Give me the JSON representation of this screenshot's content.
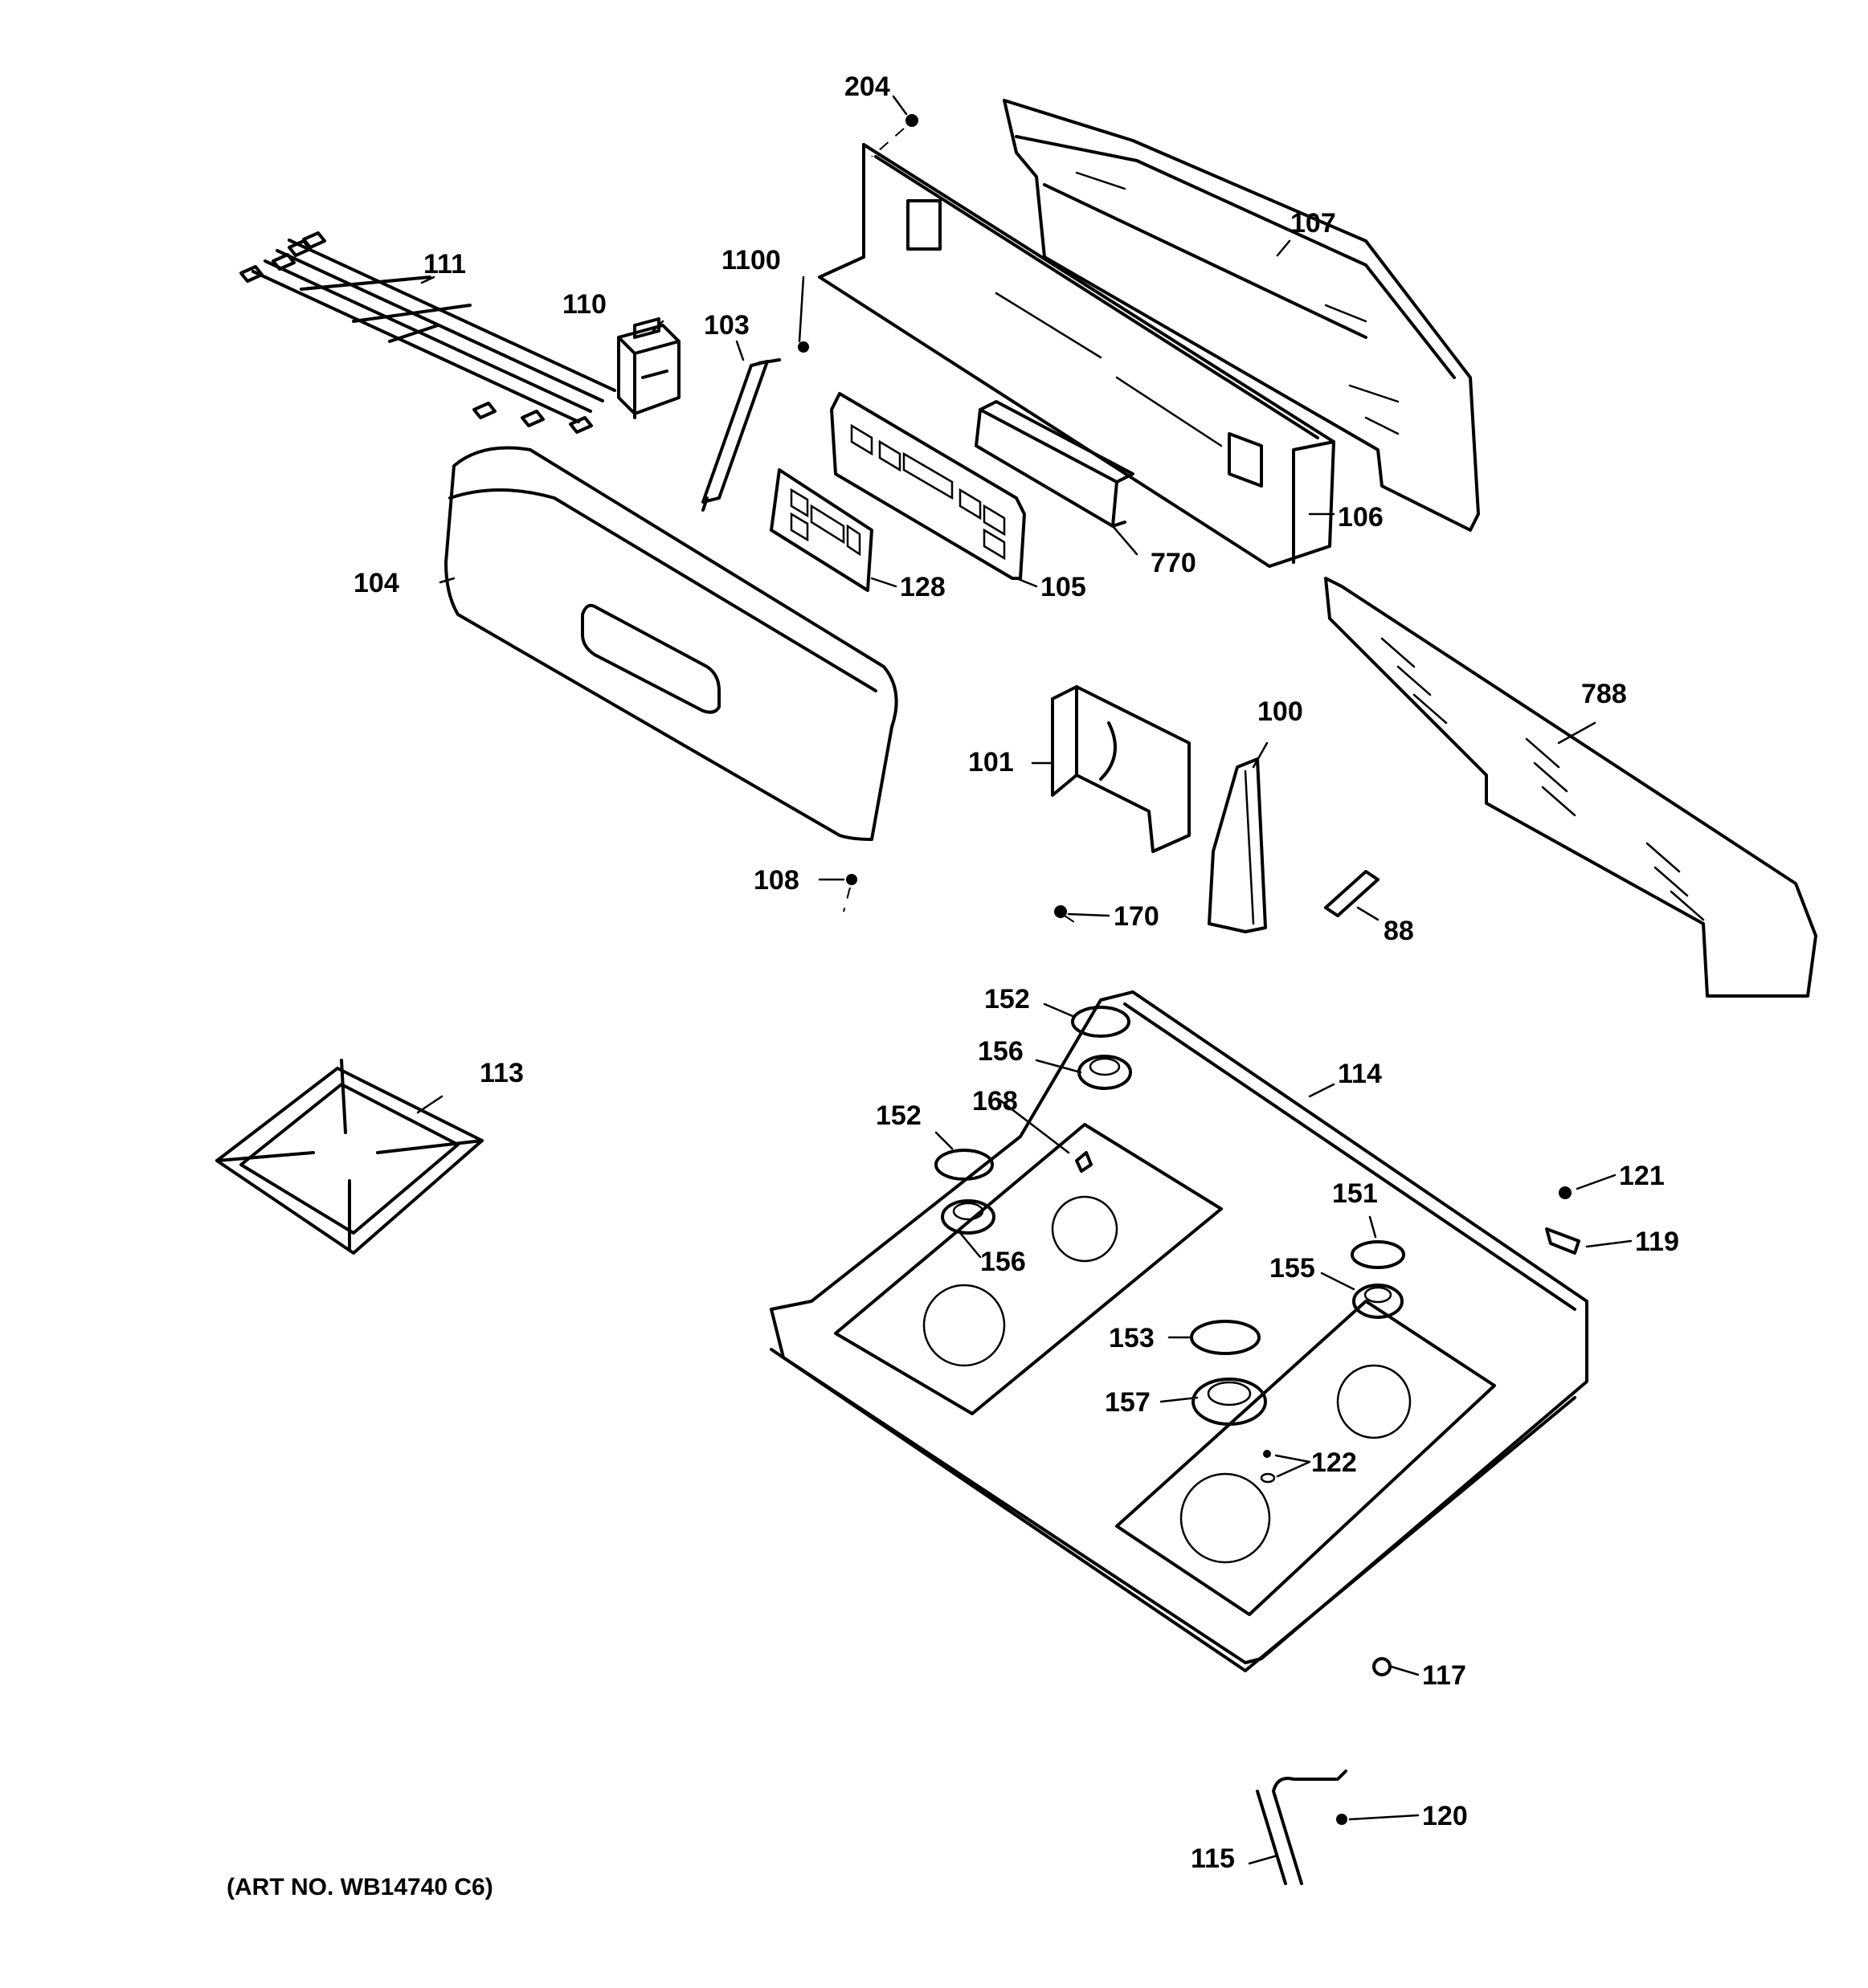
{
  "labels": {
    "l204": "204",
    "l107": "107",
    "l111": "111",
    "l1100": "1100",
    "l110": "110",
    "l103": "103",
    "l106": "106",
    "l770": "770",
    "l104": "104",
    "l128": "128",
    "l105": "105",
    "l788": "788",
    "l100": "100",
    "l101": "101",
    "l108": "108",
    "l170": "170",
    "l88": "88",
    "l152a": "152",
    "l156a": "156",
    "l114": "114",
    "l113": "113",
    "l168": "168",
    "l152b": "152",
    "l121": "121",
    "l151": "151",
    "l119": "119",
    "l156b": "156",
    "l155": "155",
    "l153": "153",
    "l157": "157",
    "l122": "122",
    "l117": "117",
    "l120": "120",
    "l115": "115"
  },
  "art_number": "(ART NO. WB14740 C6)"
}
